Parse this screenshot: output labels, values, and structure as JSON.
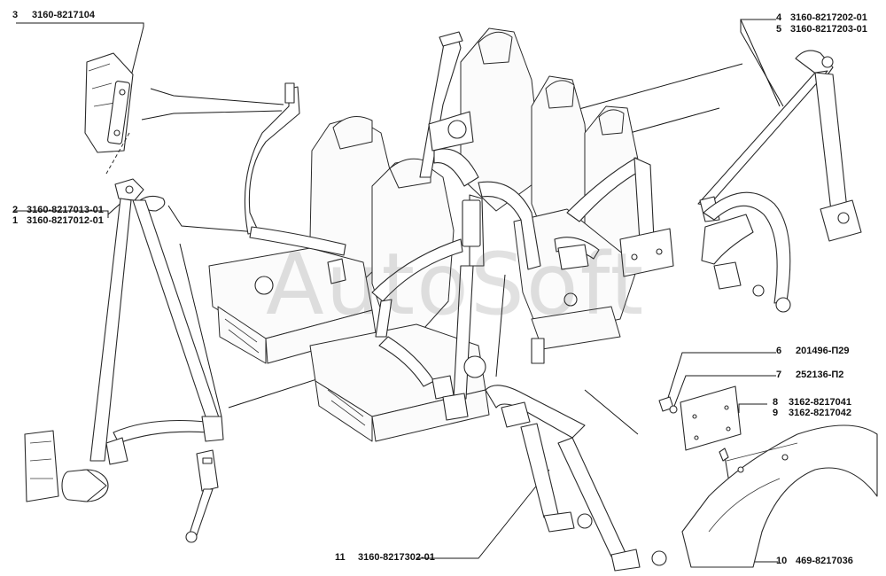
{
  "callouts": [
    {
      "num": "3",
      "code": "3160-8217104"
    },
    {
      "num": "4",
      "code": "3160-8217202-01"
    },
    {
      "num": "5",
      "code": "3160-8217203-01"
    },
    {
      "num": "2",
      "code": "3160-8217013-01"
    },
    {
      "num": "1",
      "code": "3160-8217012-01"
    },
    {
      "num": "6",
      "code": "201496-П29"
    },
    {
      "num": "7",
      "code": "252136-П2"
    },
    {
      "num": "8",
      "code": "3162-8217041"
    },
    {
      "num": "9",
      "code": "3162-8217042"
    },
    {
      "num": "11",
      "code": "3160-8217302-01"
    },
    {
      "num": "10",
      "code": "469-8217036"
    }
  ],
  "watermark": "AutoSoft"
}
